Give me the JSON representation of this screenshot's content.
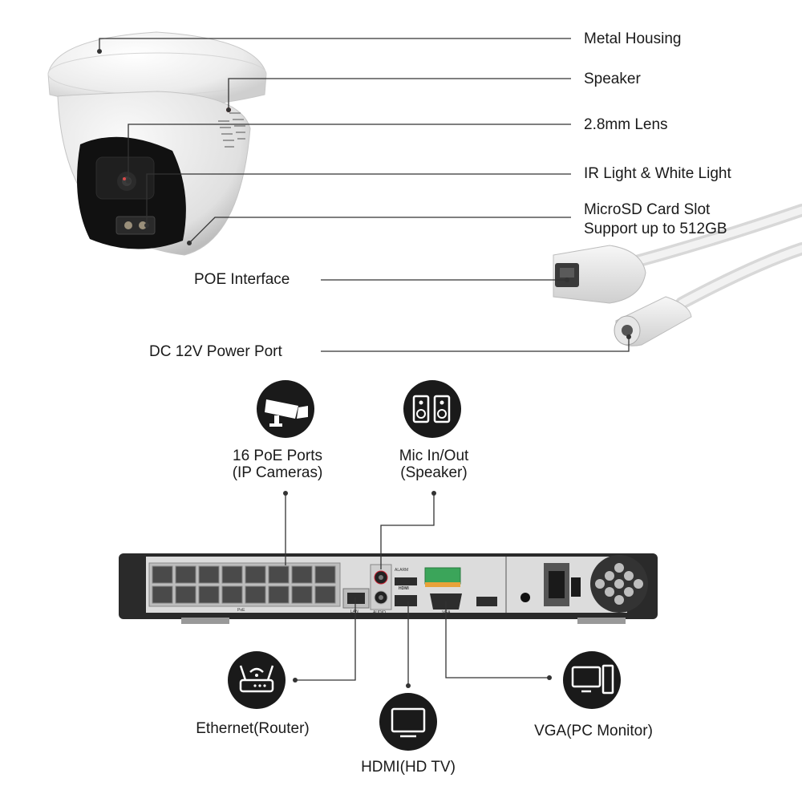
{
  "camera_labels": {
    "metal_housing": "Metal Housing",
    "speaker": "Speaker",
    "lens": "2.8mm Lens",
    "ir_light": "IR Light & White Light",
    "microsd_line1": "MicroSD Card Slot",
    "microsd_line2": "Support up to 512GB",
    "poe_interface": "POE Interface",
    "dc_power": "DC 12V Power Port"
  },
  "nvr_labels": {
    "poe_ports_line1": "16 PoE Ports",
    "poe_ports_line2": "(IP Cameras)",
    "mic_line1": "Mic In/Out",
    "mic_line2": "(Speaker)",
    "ethernet": "Ethernet(Router)",
    "hdmi": "HDMI(HD TV)",
    "vga": "VGA(PC Monitor)"
  },
  "panel_text": {
    "poe": "PoE",
    "lan": "LAN",
    "audio": "AUDIO",
    "alarm": "ALARM",
    "hdmi_logo": "HDMI",
    "vga": "VGA"
  },
  "colors": {
    "line": "#333333",
    "icon_bg": "#1a1a1a",
    "camera_white": "#f2f2f2",
    "camera_black": "#111111",
    "nvr_body": "#2a2a2a",
    "nvr_panel": "#dcdcdc"
  },
  "icons": [
    "cctv-camera-icon",
    "speaker-icon",
    "router-icon",
    "tv-monitor-icon",
    "pc-monitor-icon"
  ]
}
